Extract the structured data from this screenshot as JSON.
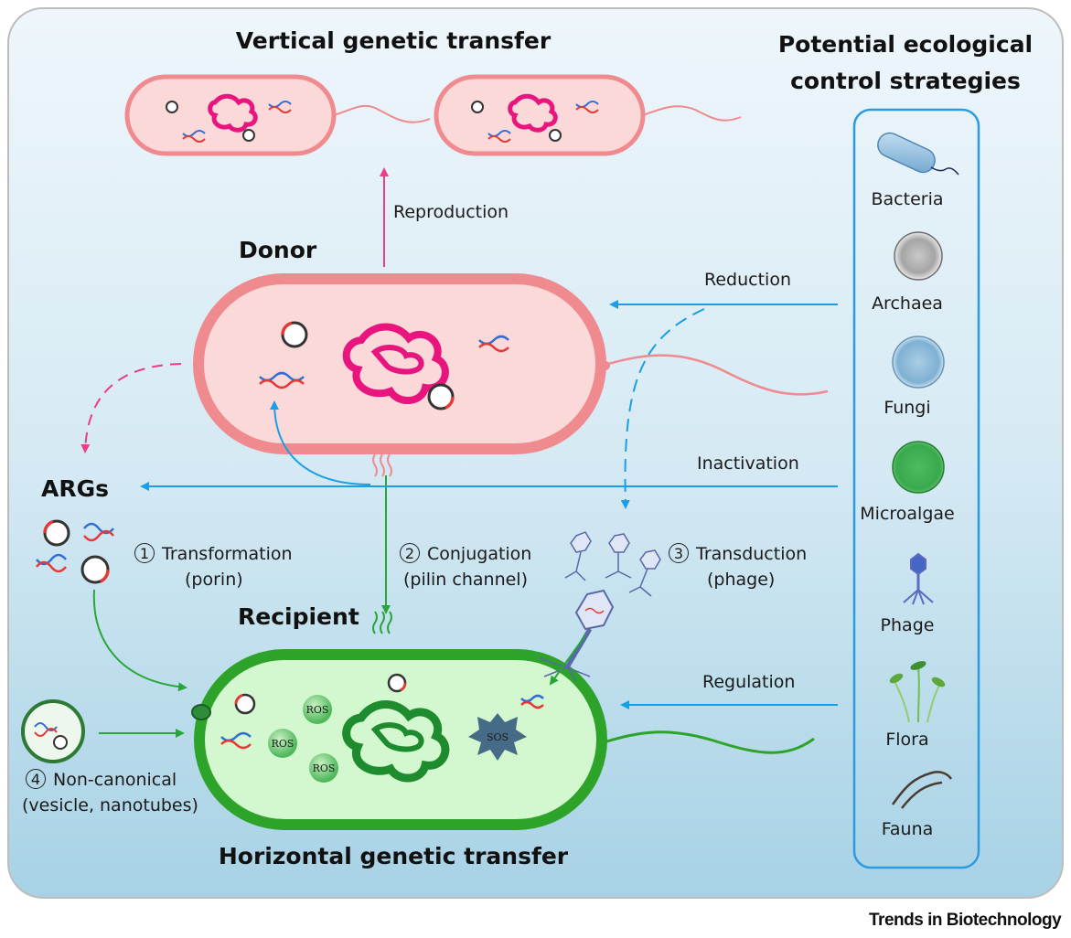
{
  "titles": {
    "vertical": "Vertical genetic transfer",
    "horizontal": "Horizontal genetic transfer",
    "controls_line1": "Potential ecological",
    "controls_line2": "control strategies",
    "donor": "Donor",
    "recipient": "Recipient",
    "args": "ARGs"
  },
  "arrows": {
    "reproduction": "Reproduction",
    "reduction": "Reduction",
    "inactivation": "Inactivation",
    "regulation": "Regulation"
  },
  "mechanisms": [
    {
      "number": "1",
      "label": "Transformation",
      "sub": "(porin)"
    },
    {
      "number": "2",
      "label": "Conjugation",
      "sub": "(pilin channel)"
    },
    {
      "number": "3",
      "label": "Transduction",
      "sub": "(phage)"
    },
    {
      "number": "4",
      "label": "Non-canonical",
      "sub": "(vesicle, nanotubes)"
    }
  ],
  "controls": [
    "Bacteria",
    "Archaea",
    "Fungi",
    "Microalgae",
    "Phage",
    "Flora",
    "Fauna"
  ],
  "cell_labels": {
    "ros": "ROS",
    "sos": "SOS"
  },
  "footer": "Trends in Biotechnology",
  "colors": {
    "donor_fill": "#fcd9d9",
    "donor_stroke": "#ef8a8e",
    "recipient_fill": "#d3f7ce",
    "recipient_stroke": "#2ea32a",
    "blue_arrow": "#1a9ee6",
    "pink_arrow": "#ea3d8a",
    "green_arrow": "#27a63a"
  }
}
